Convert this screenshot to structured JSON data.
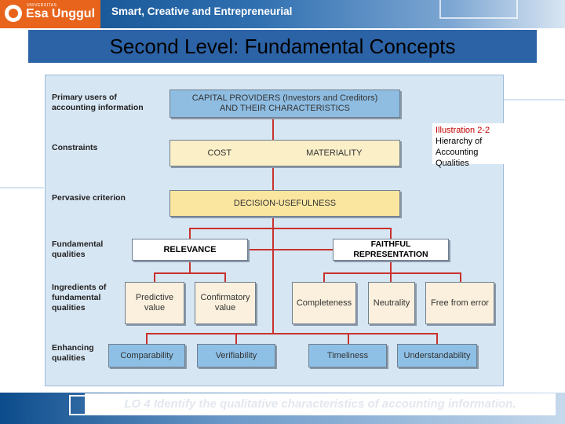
{
  "header": {
    "logo_small": "UNIVERSITAS",
    "logo_text": "Esa Unggul",
    "tagline": "Smart, Creative and Entrepreneurial"
  },
  "title": "Second Level: Fundamental Concepts",
  "diagram": {
    "row_labels": {
      "primary_users": "Primary users of accounting information",
      "constraints": "Constraints",
      "pervasive": "Pervasive criterion",
      "fundamental": "Fundamental qualities",
      "ingredients": "Ingredients of fundamental qualities",
      "enhancing": "Enhancing qualities"
    },
    "capital_providers_line1": "CAPITAL PROVIDERS (Investors and Creditors)",
    "capital_providers_line2": "AND THEIR CHARACTERISTICS",
    "cost": "COST",
    "materiality": "MATERIALITY",
    "decision_usefulness": "DECISION-USEFULNESS",
    "relevance": "RELEVANCE",
    "faithful_representation": "FAITHFUL REPRESENTATION",
    "predictive_line1": "Predictive",
    "predictive_line2": "value",
    "confirmatory_line1": "Confirmatory",
    "confirmatory_line2": "value",
    "completeness": "Completeness",
    "neutrality": "Neutrality",
    "free_from_error": "Free from error",
    "comparability": "Comparability",
    "verifiability": "Verifiability",
    "timeliness": "Timeliness",
    "understandability": "Understandability"
  },
  "illustration": {
    "title": "Illustration 2-2",
    "line1": "Hierarchy of Accounting",
    "line2": "Qualities"
  },
  "footer": {
    "lo_text": "LO 4  Identify the qualitative characteristics of accounting information."
  },
  "colors": {
    "banner_blue": "#0c4c8c",
    "logo_orange": "#e8641c",
    "connector_red": "#c8322e",
    "illustration_red": "#c00000"
  }
}
